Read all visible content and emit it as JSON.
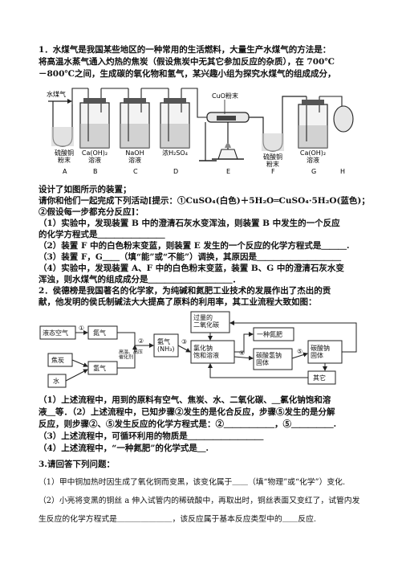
{
  "q1": {
    "line1": "1．水煤气是我国某些地区的一种常用的生活燃料，大量生产水煤气的方法是：",
    "line2": "将高温水蒸气通入灼热的焦炭（假设焦炭中无其它参加反应的杂质），在 700℃",
    "line3": "－800℃之间，生成碳的氧化物和氢气，某兴趣小组为探究水煤气的组成成分，",
    "apparatus": {
      "inlet_label": "水煤气",
      "cuo_label": "CuO粉末",
      "bottle_labels": [
        "硫酸铜\n粉末",
        "Ca(OH)₂\n溶液",
        "NaOH\n溶液",
        "浓H₂SO₄",
        "",
        "硫酸铜\n粉末",
        "Ca(OH)₂\n溶液"
      ],
      "letters": [
        "A",
        "B",
        "C",
        "D",
        "E",
        "F",
        "G",
        "H"
      ]
    },
    "line4": "设计了如图所示的装置；",
    "line5": "请你和他们一起完成下列活动[提示：①CuSO₄(白色)＋5H₂O═CuSO₄·5H₂O(蓝色)；",
    "line6": "②假设每一步都充分反应]：",
    "line7": "（1）实验中，发现装置 B 中的澄清石灰水变浑浊，则装置 B 中发生的一个反应",
    "line8": "的化学方程式是＿＿＿＿＿＿＿＿",
    "line9": "（2）装置 F 中的白色粉末变蓝，则装置 E 发生的一个反应的化学方程式是＿＿＿.",
    "line10": "（3）装置 F，G＿＿（填“能”或“不能”）调换，其原因是＿＿＿＿＿＿＿＿＿＿",
    "line11": "（4）实验中，发现装置 A、F 中的白色粉末变蓝，装置 B、G 中的澄清石灰水变",
    "line12": "浑浊，则水煤气的组成成分是＿＿＿＿＿＿＿＿＿＿．"
  },
  "q2": {
    "line1": "2．侯德榜是我国著名的化学家，为纯碱和氮肥工业技术的发展作出了杰出的贡",
    "line2": "献，他发明的侯氏制碱法大大提高了原料的利用率，其工业流程大致如图：",
    "flow": {
      "air": "液态空气",
      "n2": "氮气",
      "coke": "焦炭",
      "water": "水",
      "h2": "氢气",
      "condition": "高温、高压\n催化剂",
      "ammonia": "氨气\n(NH₃)",
      "co2": "过量的\n二氧化碳",
      "nacl": "氯化钠\n饱和溶液",
      "fertilizer": "一种氮肥",
      "nahco3": "碳酸氢钠\n固体",
      "na2co3": "碳酸钠\n固体",
      "other": "其它",
      "steps": [
        "①",
        "②",
        "③",
        "④",
        "⑤"
      ]
    },
    "line3": "（1）上述流程中，用到的原料有空气、焦炭、水、二氧化碳、＿氯化钠饱和溶",
    "line4": "液＿等．（2）上述流程中，已知步骤②发生的是化合反应，步骤⑤发生的是分解",
    "line5": "反应，则步骤②、⑤发生反应的化学方程式是：②＿＿＿＿＿＿，⑤＿＿＿＿＿.",
    "line6": "（3）上述流程中，可循环利用的物质是＿＿＿＿＿＿＿＿＿",
    "line7": "（4）上述流程中，“一种氮肥”的化学式是＿."
  },
  "q3": {
    "line1": "3.请回答下列问题：",
    "line2": "（1）甲中铜加热时因生成了氧化铜而变黑，该变化属于＿＿（填“物理”或“化学”）变化.",
    "line3": "（2）小亮将变黑的铜丝 a 伸入试管内的稀硫酸中，再取出时，铜丝表面又变红了，试管内发",
    "line4": "生反应的化学方程式是＿＿＿＿＿＿＿，该反应属于基本反应类型中的＿＿反应."
  }
}
